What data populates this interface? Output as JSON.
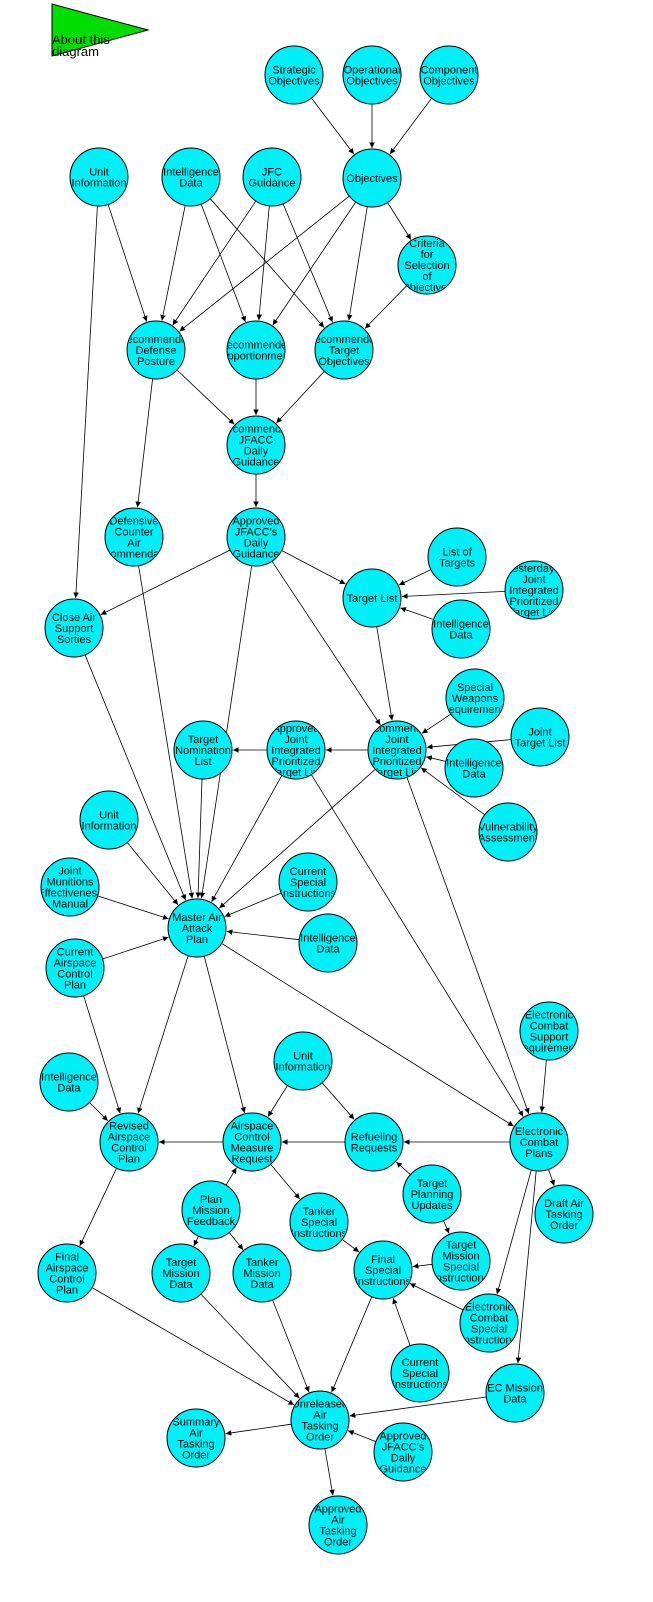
{
  "about": {
    "label": [
      "About this",
      "diagram"
    ],
    "color": "#00dd00"
  },
  "node_color": "#00f0f8",
  "nodes": [
    {
      "id": "strategic",
      "lines": [
        "Strategic",
        "Objectives"
      ]
    },
    {
      "id": "operational",
      "lines": [
        "Operational",
        "Objectives"
      ]
    },
    {
      "id": "component",
      "lines": [
        "Component",
        "Objectives"
      ]
    },
    {
      "id": "objectives",
      "lines": [
        "Objectives"
      ]
    },
    {
      "id": "unit-info-1",
      "lines": [
        "Unit",
        "Information"
      ]
    },
    {
      "id": "intel-1",
      "lines": [
        "Intelligence",
        "Data"
      ]
    },
    {
      "id": "jfc",
      "lines": [
        "JFC",
        "Guidance"
      ]
    },
    {
      "id": "criteria",
      "lines": [
        "Criteria",
        "for",
        "Selection",
        "of",
        "Objectives"
      ]
    },
    {
      "id": "rec-defense",
      "lines": [
        "Recommended",
        "Defense",
        "Posture"
      ]
    },
    {
      "id": "rec-apport",
      "lines": [
        "Recommended",
        "Apportionment"
      ]
    },
    {
      "id": "rec-target-obj",
      "lines": [
        "Recommended",
        "Target",
        "Objectives"
      ]
    },
    {
      "id": "rec-jfacc",
      "lines": [
        "Recommended",
        "JFACC",
        "Daily",
        "Guidance"
      ]
    },
    {
      "id": "dca",
      "lines": [
        "Defensive",
        "Counter",
        "Air",
        "Recommendation"
      ]
    },
    {
      "id": "approved-jfacc",
      "lines": [
        "Approved",
        "JFACC's",
        "Daily",
        "Guidance"
      ]
    },
    {
      "id": "list-targets",
      "lines": [
        "List of",
        "Targets"
      ]
    },
    {
      "id": "target-list",
      "lines": [
        "Target List"
      ]
    },
    {
      "id": "yesterday",
      "lines": [
        "Yesterday's",
        "Joint",
        "Integrated",
        "Prioritized",
        "Target List"
      ]
    },
    {
      "id": "intel-2",
      "lines": [
        "Intelligence",
        "Data"
      ]
    },
    {
      "id": "cas",
      "lines": [
        "Close Air",
        "Support",
        "Sorties"
      ]
    },
    {
      "id": "special-weapons",
      "lines": [
        "Special",
        "Weapons",
        "Requirements"
      ]
    },
    {
      "id": "joint-target-list",
      "lines": [
        "Joint",
        "Target List"
      ]
    },
    {
      "id": "rec-jiptl",
      "lines": [
        "Recommended",
        "Joint",
        "Integrated",
        "Prioritized",
        "Target List"
      ]
    },
    {
      "id": "intel-3",
      "lines": [
        "Intelligence",
        "Data"
      ]
    },
    {
      "id": "approved-jiptl",
      "lines": [
        "Approved",
        "Joint",
        "Integrated",
        "Prioritized",
        "Target List"
      ]
    },
    {
      "id": "target-nom",
      "lines": [
        "Target",
        "Nomination",
        "List"
      ]
    },
    {
      "id": "vuln",
      "lines": [
        "Vulnerability",
        "Assessment"
      ]
    },
    {
      "id": "unit-info-2",
      "lines": [
        "Unit",
        "Information"
      ]
    },
    {
      "id": "jmem",
      "lines": [
        "Joint",
        "Munitions",
        "Effectiveness",
        "Manual"
      ]
    },
    {
      "id": "current-si-1",
      "lines": [
        "Current",
        "Special",
        "Instructions"
      ]
    },
    {
      "id": "maap",
      "lines": [
        "Master Air",
        "Attack",
        "Plan"
      ]
    },
    {
      "id": "intel-4",
      "lines": [
        "Intelligence",
        "Data"
      ]
    },
    {
      "id": "current-acp",
      "lines": [
        "Current",
        "Airspace",
        "Control",
        "Plan"
      ]
    },
    {
      "id": "ec-support",
      "lines": [
        "Electronic",
        "Combat",
        "Support",
        "Requirements"
      ]
    },
    {
      "id": "unit-info-3",
      "lines": [
        "Unit",
        "Information"
      ]
    },
    {
      "id": "intel-5",
      "lines": [
        "Intelligence",
        "Data"
      ]
    },
    {
      "id": "revised-acp",
      "lines": [
        "Revised",
        "Airspace",
        "Control",
        "Plan"
      ]
    },
    {
      "id": "acmr",
      "lines": [
        "Airspace",
        "Control",
        "Measure",
        "Request"
      ]
    },
    {
      "id": "refueling",
      "lines": [
        "Refueling",
        "Requests"
      ]
    },
    {
      "id": "ec-plans",
      "lines": [
        "Electronic",
        "Combat",
        "Plans"
      ]
    },
    {
      "id": "tpu",
      "lines": [
        "Target",
        "Planning",
        "Updates"
      ]
    },
    {
      "id": "plan-feedback",
      "lines": [
        "Plan",
        "Mission",
        "Feedback"
      ]
    },
    {
      "id": "draft-ato",
      "lines": [
        "Draft Air",
        "Tasking",
        "Order"
      ]
    },
    {
      "id": "tanker-si",
      "lines": [
        "Tanker",
        "Special",
        "Instructions"
      ]
    },
    {
      "id": "tmsi",
      "lines": [
        "Target",
        "Mission",
        "Special",
        "Instructions"
      ]
    },
    {
      "id": "final-acp",
      "lines": [
        "Final",
        "Airspace",
        "Control",
        "Plan"
      ]
    },
    {
      "id": "target-mission",
      "lines": [
        "Target",
        "Mission",
        "Data"
      ]
    },
    {
      "id": "tanker-mission",
      "lines": [
        "Tanker",
        "Mission",
        "Data"
      ]
    },
    {
      "id": "final-si",
      "lines": [
        "Final",
        "Special",
        "Instructions"
      ]
    },
    {
      "id": "ec-si",
      "lines": [
        "Electronic",
        "Combat",
        "Special",
        "Instructions"
      ]
    },
    {
      "id": "current-si-2",
      "lines": [
        "Current",
        "Special",
        "Instructions"
      ]
    },
    {
      "id": "ec-mission",
      "lines": [
        "EC Mission",
        "Data"
      ]
    },
    {
      "id": "summary-ato",
      "lines": [
        "Summary",
        "Air",
        "Tasking",
        "Order"
      ]
    },
    {
      "id": "unreleased-ato",
      "lines": [
        "Unreleased",
        "Air",
        "Tasking",
        "Order"
      ]
    },
    {
      "id": "approved-jfacc-2",
      "lines": [
        "Approved",
        "JFACC's",
        "Daily",
        "Guidance"
      ]
    },
    {
      "id": "approved-ato",
      "lines": [
        "Approved",
        "Air",
        "Tasking",
        "Order"
      ]
    }
  ],
  "edges": [
    [
      "strategic",
      "objectives"
    ],
    [
      "operational",
      "objectives"
    ],
    [
      "component",
      "objectives"
    ],
    [
      "objectives",
      "criteria"
    ],
    [
      "objectives",
      "rec-defense"
    ],
    [
      "objectives",
      "rec-apport"
    ],
    [
      "objectives",
      "rec-target-obj"
    ],
    [
      "criteria",
      "rec-target-obj"
    ],
    [
      "unit-info-1",
      "rec-defense"
    ],
    [
      "unit-info-1",
      "cas"
    ],
    [
      "intel-1",
      "rec-defense"
    ],
    [
      "intel-1",
      "rec-apport"
    ],
    [
      "intel-1",
      "rec-target-obj"
    ],
    [
      "jfc",
      "rec-defense"
    ],
    [
      "jfc",
      "rec-apport"
    ],
    [
      "jfc",
      "rec-target-obj"
    ],
    [
      "rec-defense",
      "rec-jfacc"
    ],
    [
      "rec-defense",
      "dca"
    ],
    [
      "rec-apport",
      "rec-jfacc"
    ],
    [
      "rec-target-obj",
      "rec-jfacc"
    ],
    [
      "rec-jfacc",
      "approved-jfacc"
    ],
    [
      "approved-jfacc",
      "cas"
    ],
    [
      "approved-jfacc",
      "target-list"
    ],
    [
      "approved-jfacc",
      "rec-jiptl"
    ],
    [
      "approved-jfacc",
      "maap"
    ],
    [
      "list-targets",
      "target-list"
    ],
    [
      "yesterday",
      "target-list"
    ],
    [
      "intel-2",
      "target-list"
    ],
    [
      "target-list",
      "rec-jiptl"
    ],
    [
      "special-weapons",
      "rec-jiptl"
    ],
    [
      "joint-target-list",
      "rec-jiptl"
    ],
    [
      "intel-3",
      "rec-jiptl"
    ],
    [
      "vuln",
      "rec-jiptl"
    ],
    [
      "rec-jiptl",
      "approved-jiptl"
    ],
    [
      "rec-jiptl",
      "maap"
    ],
    [
      "rec-jiptl",
      "ec-plans"
    ],
    [
      "approved-jiptl",
      "target-nom"
    ],
    [
      "approved-jiptl",
      "maap"
    ],
    [
      "approved-jiptl",
      "ec-plans"
    ],
    [
      "target-nom",
      "maap"
    ],
    [
      "dca",
      "maap"
    ],
    [
      "cas",
      "maap"
    ],
    [
      "unit-info-2",
      "maap"
    ],
    [
      "jmem",
      "maap"
    ],
    [
      "current-si-1",
      "maap"
    ],
    [
      "intel-4",
      "maap"
    ],
    [
      "current-acp",
      "maap"
    ],
    [
      "current-acp",
      "revised-acp"
    ],
    [
      "maap",
      "revised-acp"
    ],
    [
      "maap",
      "acmr"
    ],
    [
      "maap",
      "ec-plans"
    ],
    [
      "ec-support",
      "ec-plans"
    ],
    [
      "unit-info-3",
      "acmr"
    ],
    [
      "unit-info-3",
      "refueling"
    ],
    [
      "intel-5",
      "revised-acp"
    ],
    [
      "acmr",
      "revised-acp"
    ],
    [
      "refueling",
      "acmr"
    ],
    [
      "ec-plans",
      "refueling"
    ],
    [
      "ec-plans",
      "draft-ato"
    ],
    [
      "ec-plans",
      "ec-si"
    ],
    [
      "ec-plans",
      "ec-mission"
    ],
    [
      "tpu",
      "refueling"
    ],
    [
      "tpu",
      "tmsi"
    ],
    [
      "plan-feedback",
      "acmr"
    ],
    [
      "plan-feedback",
      "target-mission"
    ],
    [
      "plan-feedback",
      "tanker-mission"
    ],
    [
      "acmr",
      "tanker-si"
    ],
    [
      "tanker-si",
      "final-si"
    ],
    [
      "tmsi",
      "final-si"
    ],
    [
      "ec-si",
      "final-si"
    ],
    [
      "current-si-2",
      "final-si"
    ],
    [
      "revised-acp",
      "final-acp"
    ],
    [
      "final-acp",
      "unreleased-ato"
    ],
    [
      "target-mission",
      "unreleased-ato"
    ],
    [
      "tanker-mission",
      "unreleased-ato"
    ],
    [
      "final-si",
      "unreleased-ato"
    ],
    [
      "ec-mission",
      "unreleased-ato"
    ],
    [
      "approved-jfacc-2",
      "unreleased-ato"
    ],
    [
      "unreleased-ato",
      "summary-ato"
    ],
    [
      "unreleased-ato",
      "approved-ato"
    ]
  ]
}
